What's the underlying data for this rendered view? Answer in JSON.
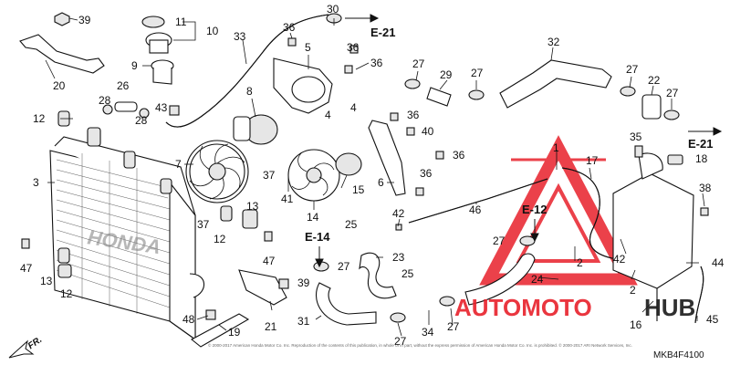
{
  "diagram": {
    "callouts": [
      {
        "id": "c39",
        "label": "39"
      },
      {
        "id": "c11",
        "label": "11"
      },
      {
        "id": "c10",
        "label": "10"
      },
      {
        "id": "c30",
        "label": "30"
      },
      {
        "id": "c20",
        "label": "20"
      },
      {
        "id": "c9",
        "label": "9"
      },
      {
        "id": "c33",
        "label": "33"
      },
      {
        "id": "c36a",
        "label": "36"
      },
      {
        "id": "c5",
        "label": "5"
      },
      {
        "id": "c36b",
        "label": "36"
      },
      {
        "id": "c36c",
        "label": "36"
      },
      {
        "id": "c27a",
        "label": "27"
      },
      {
        "id": "c29",
        "label": "29"
      },
      {
        "id": "c27b",
        "label": "27"
      },
      {
        "id": "c32",
        "label": "32"
      },
      {
        "id": "c27c",
        "label": "27"
      },
      {
        "id": "c22",
        "label": "22"
      },
      {
        "id": "c27d",
        "label": "27"
      },
      {
        "id": "c26",
        "label": "26"
      },
      {
        "id": "c28a",
        "label": "28"
      },
      {
        "id": "c28b",
        "label": "28"
      },
      {
        "id": "c43",
        "label": "43"
      },
      {
        "id": "c8",
        "label": "8"
      },
      {
        "id": "c4a",
        "label": "4"
      },
      {
        "id": "c4b",
        "label": "4"
      },
      {
        "id": "c36d",
        "label": "36"
      },
      {
        "id": "c40",
        "label": "40"
      },
      {
        "id": "c36e",
        "label": "36"
      },
      {
        "id": "c36f",
        "label": "36"
      },
      {
        "id": "c35",
        "label": "35"
      },
      {
        "id": "c18",
        "label": "18"
      },
      {
        "id": "c12a",
        "label": "12"
      },
      {
        "id": "c3",
        "label": "3"
      },
      {
        "id": "c7",
        "label": "7"
      },
      {
        "id": "c37a",
        "label": "37"
      },
      {
        "id": "c15",
        "label": "15"
      },
      {
        "id": "c6",
        "label": "6"
      },
      {
        "id": "c1",
        "label": "1"
      },
      {
        "id": "c17",
        "label": "17"
      },
      {
        "id": "c46",
        "label": "46"
      },
      {
        "id": "c38",
        "label": "38"
      },
      {
        "id": "c41",
        "label": "41"
      },
      {
        "id": "c13a",
        "label": "13"
      },
      {
        "id": "c14",
        "label": "14"
      },
      {
        "id": "c42a",
        "label": "42"
      },
      {
        "id": "c37b",
        "label": "37"
      },
      {
        "id": "c12b",
        "label": "12"
      },
      {
        "id": "c25a",
        "label": "25"
      },
      {
        "id": "c27e",
        "label": "27"
      },
      {
        "id": "c2a",
        "label": "2"
      },
      {
        "id": "c47a",
        "label": "47"
      },
      {
        "id": "c47b",
        "label": "47"
      },
      {
        "id": "c23",
        "label": "23"
      },
      {
        "id": "c27f",
        "label": "27"
      },
      {
        "id": "c42b",
        "label": "42"
      },
      {
        "id": "c13b",
        "label": "13"
      },
      {
        "id": "c44",
        "label": "44"
      },
      {
        "id": "c12c",
        "label": "12"
      },
      {
        "id": "c39b",
        "label": "39"
      },
      {
        "id": "c25b",
        "label": "25"
      },
      {
        "id": "c24",
        "label": "24"
      },
      {
        "id": "c2b",
        "label": "2"
      },
      {
        "id": "c21",
        "label": "21"
      },
      {
        "id": "c31",
        "label": "31"
      },
      {
        "id": "c34",
        "label": "34"
      },
      {
        "id": "c27g",
        "label": "27"
      },
      {
        "id": "c16",
        "label": "16"
      },
      {
        "id": "c45",
        "label": "45"
      },
      {
        "id": "c48",
        "label": "48"
      },
      {
        "id": "c19",
        "label": "19"
      },
      {
        "id": "c27h",
        "label": "27"
      }
    ],
    "references": [
      {
        "id": "ref-e21-top",
        "label": "E-21"
      },
      {
        "id": "ref-e21-right",
        "label": "E-21"
      },
      {
        "id": "ref-e12",
        "label": "E-12"
      },
      {
        "id": "ref-e14",
        "label": "E-14"
      }
    ],
    "front_marker": "FR.",
    "radiator_branding": "HONDA",
    "diagram_code": "MKB4F4100",
    "copyright": "© 2000-2017 American Honda Motor Co. Inc. Reproduction of the contents of this publication, in whole or in part, without the express permission of American Honda Motor Co. Inc. is prohibited. © 2000-2017 ARI Network Services, Inc.",
    "watermark": {
      "text_a": "AUTOMOTO",
      "text_b": "HUB",
      "color_accent": "#e8212b",
      "color_dark": "#1a1a1a"
    }
  }
}
